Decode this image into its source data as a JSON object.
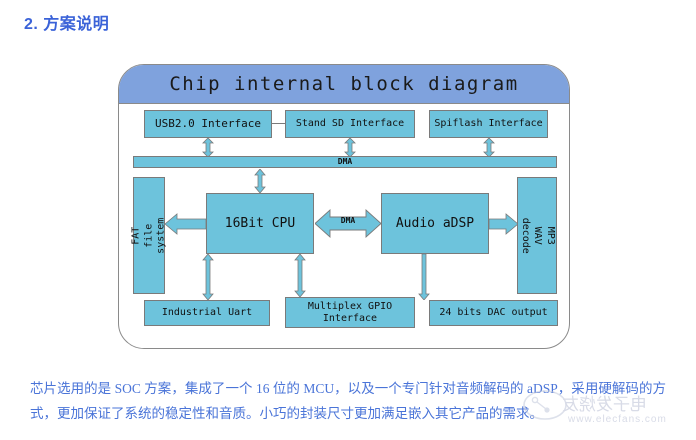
{
  "page": {
    "title": "2. 方案说明",
    "title_color": "#3a62d8",
    "background": "#ffffff"
  },
  "diagram": {
    "header_title": "Chip internal block diagram",
    "header_color": "#7fa2dd",
    "block_color": "#6dc3dc",
    "border_color": "#8a8a8a",
    "blocks": {
      "usb": "USB2.0  Interface",
      "sd": "Stand SD Interface",
      "spiflash": "Spiflash Interface",
      "dma_bus": "DMA",
      "fat": "FAT\nfile system",
      "fat_line1": "FAT",
      "fat_line2": "file system",
      "cpu": "16Bit CPU",
      "dma_link": "DMA",
      "adsp": "Audio aDSP",
      "mp3_line1": "MP3 WAV",
      "mp3_line2": "decode",
      "uart": "Industrial Uart",
      "gpio": "Multiplex GPIO\nInterface",
      "dac": "24 bits DAC output"
    },
    "arrows": {
      "usb_to_dma": "bidirectional",
      "sd_to_dma": "bidirectional",
      "spi_to_dma": "bidirectional",
      "dma_to_cpu": "bidirectional",
      "cpu_to_fat": "left",
      "cpu_to_adsp": "bidirectional",
      "adsp_to_mp3": "right",
      "cpu_to_uart": "bidirectional",
      "cpu_to_gpio": "bidirectional",
      "adsp_to_dac": "down"
    }
  },
  "body": {
    "paragraph": "芯片选用的是 SOC 方案，集成了一个 16 位的 MCU，以及一个专门针对音频解码的 aDSP，采用硬解码的方式，更加保证了系统的稳定性和音质。小巧的封装尺寸更加满足嵌入其它产品的需求。",
    "color": "#4a74d8"
  },
  "watermark": {
    "cn_text": "电子发烧友",
    "url_text": "www.elecfans.com",
    "color": "#b9bfd4"
  }
}
